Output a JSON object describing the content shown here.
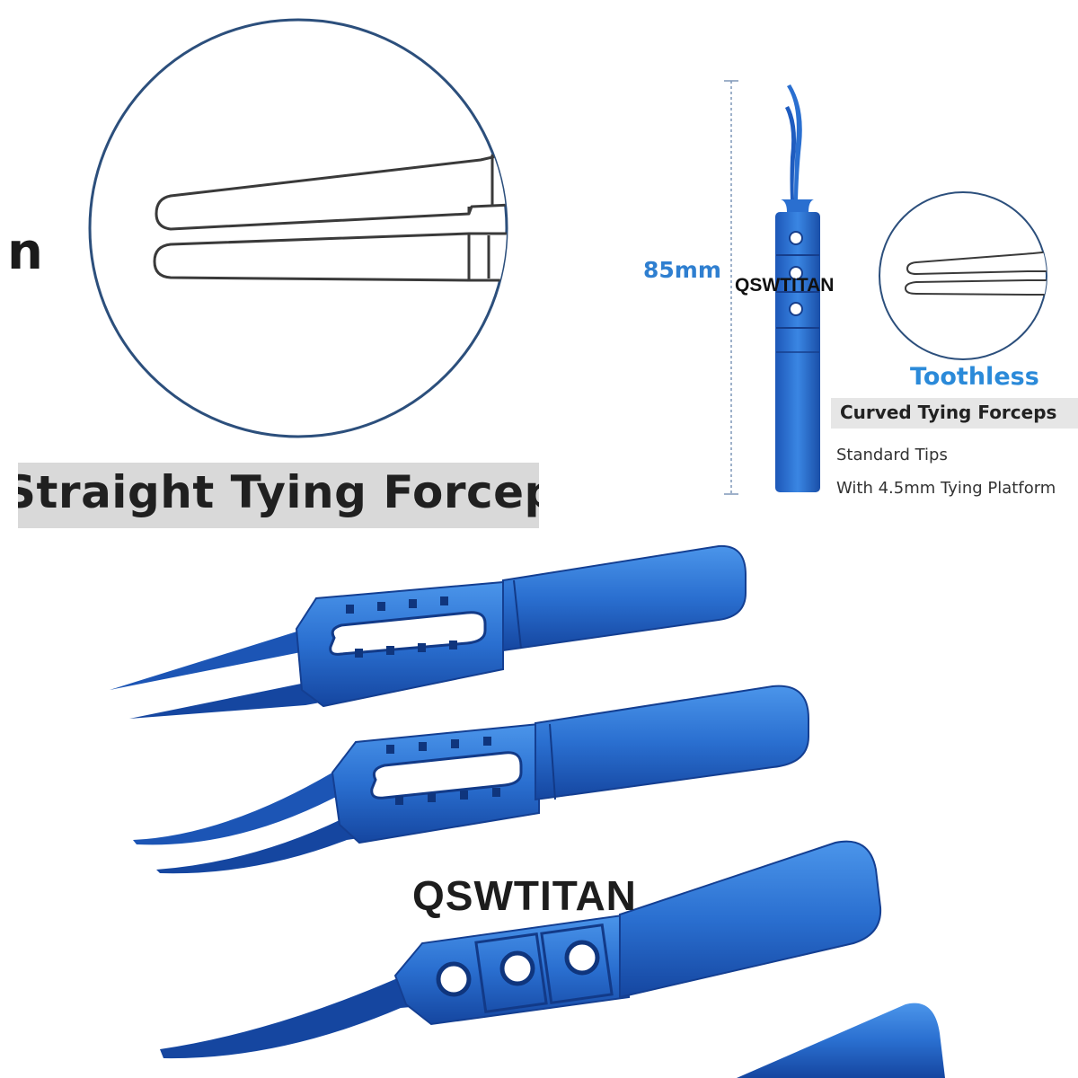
{
  "labels": {
    "edge_letter": "n",
    "straight_title": "Straight Tying Forceps",
    "dimension": "85mm",
    "brand_small": "QSWTITAN",
    "toothless": "Toothless",
    "curved_title": "Curved Tying Forceps",
    "spec_tips": "Standard Tips",
    "spec_platform": "With 4.5mm Tying Platform",
    "brand_large": "QSWTITAN"
  },
  "colors": {
    "titanium_blue": "#2a6fd0",
    "titanium_dark": "#1546a0",
    "outline_blue": "#25507f",
    "label_blue": "#2b8ad9",
    "banner_gray": "#d9d9d9"
  }
}
